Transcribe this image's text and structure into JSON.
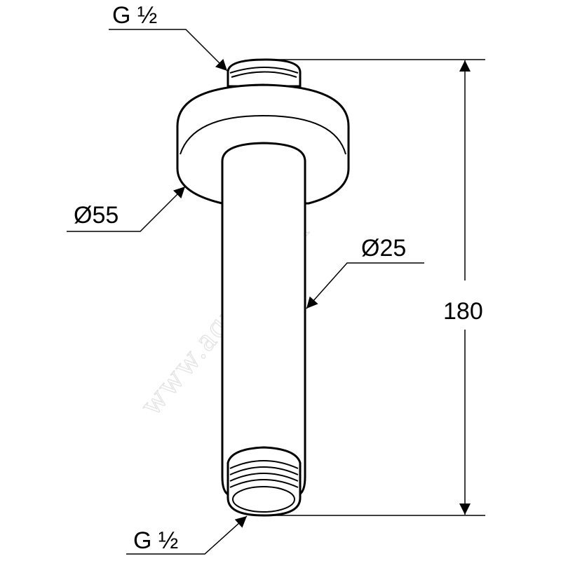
{
  "labels": {
    "top_thread": "G ½",
    "flange_diameter": "Ø55",
    "tube_diameter": "Ø25",
    "length": "180",
    "bottom_thread": "G ½"
  },
  "watermark": "www.aquamir.ru",
  "colors": {
    "line": "#000000",
    "watermark": "#e2e2e2"
  }
}
